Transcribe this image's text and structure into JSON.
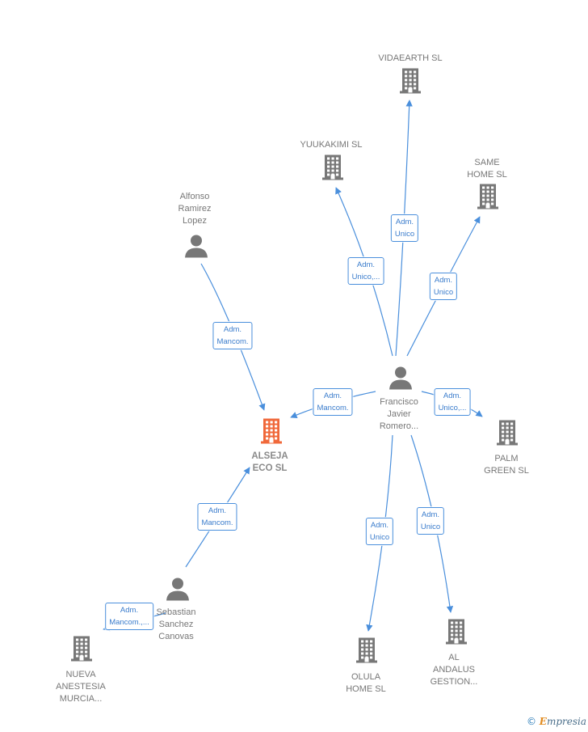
{
  "colors": {
    "edge": "#4a8fdc",
    "node_icon": "#777777",
    "main_icon": "#f0683a"
  },
  "nodes": [
    {
      "id": "vidaearth",
      "type": "company",
      "lines": [
        "VIDAEARTH SL"
      ],
      "icon": "building-icon"
    },
    {
      "id": "yuukakimi",
      "type": "company",
      "lines": [
        "YUUKAKIMI  SL"
      ],
      "icon": "building-icon"
    },
    {
      "id": "same_home",
      "type": "company",
      "lines": [
        "SAME",
        "HOME SL"
      ],
      "icon": "building-icon"
    },
    {
      "id": "alfonso",
      "type": "person",
      "lines": [
        "Alfonso",
        "Ramirez",
        "Lopez"
      ],
      "icon": "person-icon"
    },
    {
      "id": "francisco",
      "type": "person",
      "lines": [
        "Francisco",
        "Javier",
        "Romero..."
      ],
      "icon": "person-icon"
    },
    {
      "id": "alseja",
      "type": "company_main",
      "lines": [
        "ALSEJA",
        "ECO  SL"
      ],
      "icon": "building-icon"
    },
    {
      "id": "palm_green",
      "type": "company",
      "lines": [
        "PALM",
        "GREEN  SL"
      ],
      "icon": "building-icon"
    },
    {
      "id": "sebastian",
      "type": "person",
      "lines": [
        "Sebastian",
        "Sanchez",
        "Canovas"
      ],
      "icon": "person-icon"
    },
    {
      "id": "nueva",
      "type": "company",
      "lines": [
        "NUEVA",
        "ANESTESIA",
        "MURCIA..."
      ],
      "icon": "building-icon"
    },
    {
      "id": "olula",
      "type": "company",
      "lines": [
        "OLULA",
        "HOME SL"
      ],
      "icon": "building-icon"
    },
    {
      "id": "al_andalus",
      "type": "company",
      "lines": [
        "AL",
        "ANDALUS",
        "GESTION..."
      ],
      "icon": "building-icon"
    }
  ],
  "edges": [
    {
      "from": "francisco",
      "to": "vidaearth",
      "lines": [
        "Adm.",
        "Unico"
      ]
    },
    {
      "from": "francisco",
      "to": "yuukakimi",
      "lines": [
        "Adm.",
        "Unico,..."
      ]
    },
    {
      "from": "francisco",
      "to": "same_home",
      "lines": [
        "Adm.",
        "Unico"
      ]
    },
    {
      "from": "francisco",
      "to": "alseja",
      "lines": [
        "Adm.",
        "Mancom."
      ]
    },
    {
      "from": "francisco",
      "to": "palm_green",
      "lines": [
        "Adm.",
        "Unico,..."
      ]
    },
    {
      "from": "francisco",
      "to": "olula",
      "lines": [
        "Adm.",
        "Unico"
      ]
    },
    {
      "from": "francisco",
      "to": "al_andalus",
      "lines": [
        "Adm.",
        "Unico"
      ]
    },
    {
      "from": "alfonso",
      "to": "alseja",
      "lines": [
        "Adm.",
        "Mancom."
      ]
    },
    {
      "from": "sebastian",
      "to": "alseja",
      "lines": [
        "Adm.",
        "Mancom."
      ]
    },
    {
      "from": "sebastian",
      "to": "nueva",
      "lines": [
        "Adm.",
        "Mancom.,..."
      ]
    }
  ],
  "brand": {
    "copyright": "©",
    "initial": "E",
    "name": "mpresia"
  }
}
